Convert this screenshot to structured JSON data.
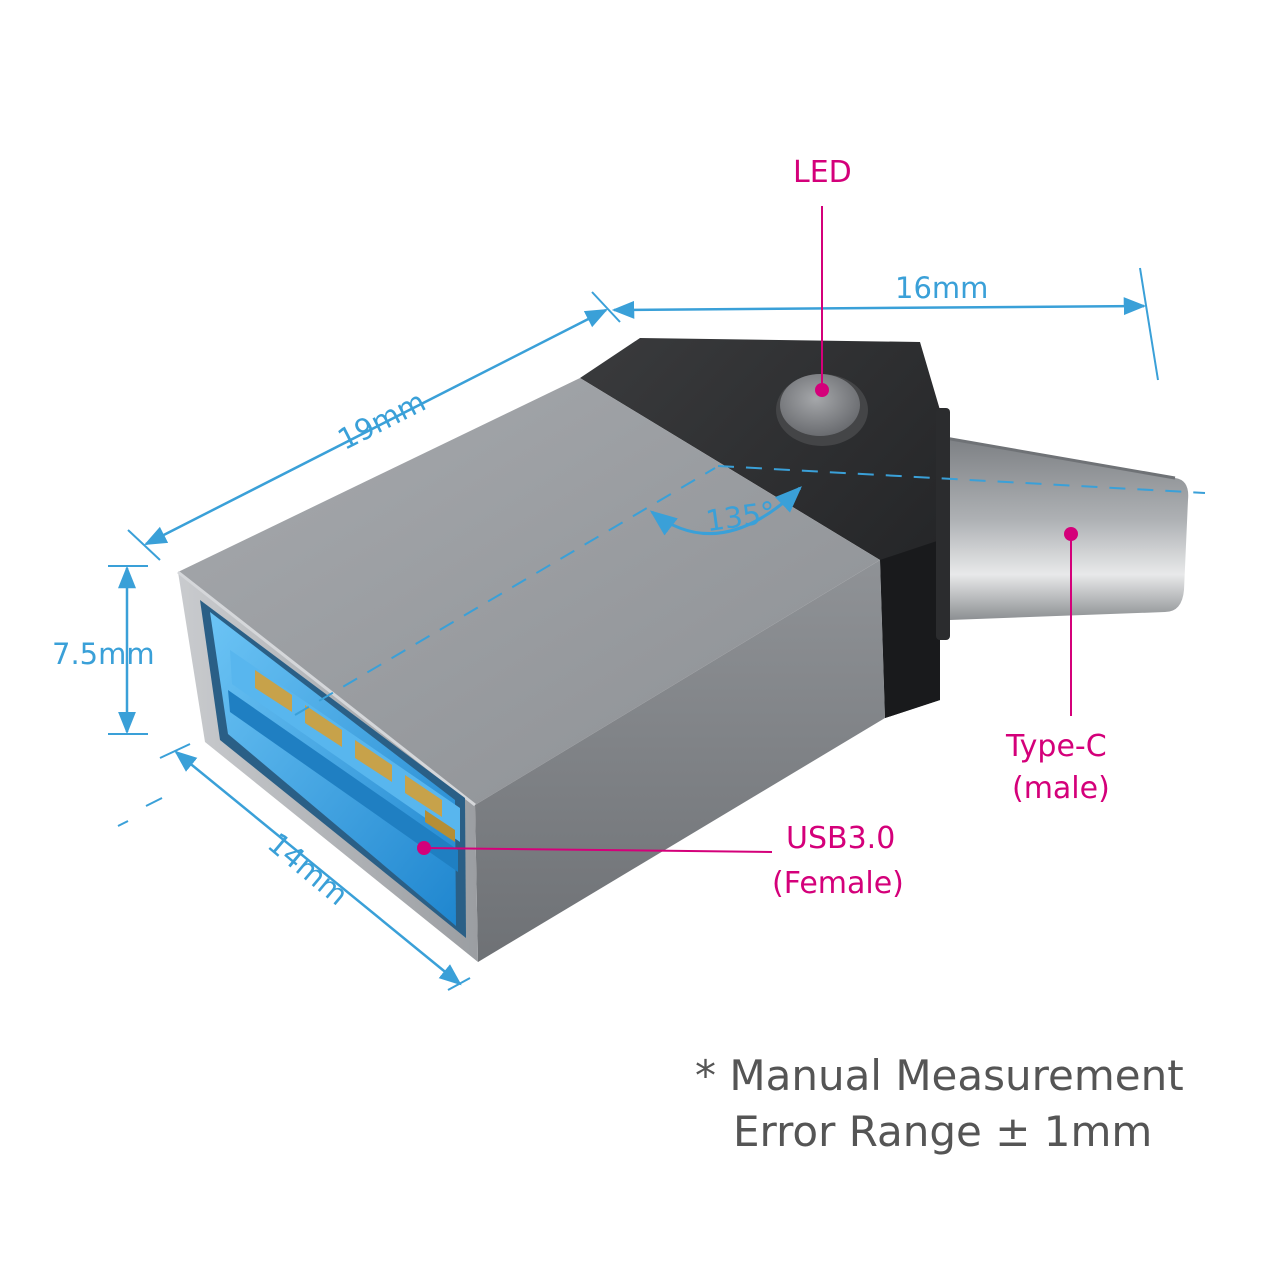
{
  "colors": {
    "dimension_color": "#3aa0d8",
    "callout_color": "#d4007a",
    "body_silver": "#9a9da1",
    "body_black": "#2a2b2d",
    "insert_blue": "#2f9fe0",
    "pin_gold": "#c7a24a"
  },
  "dimensions": {
    "length": "19mm",
    "plug_length": "16mm",
    "height": "7.5mm",
    "width": "14mm",
    "angle": "135°"
  },
  "callouts": {
    "led": "LED",
    "type_c_line1": "Type-C",
    "type_c_line2": "(male)",
    "usb_line1": "USB3.0",
    "usb_line2": "(Female)"
  },
  "note": {
    "line1": "* Manual Measurement",
    "line2": "Error Range ± 1mm"
  }
}
